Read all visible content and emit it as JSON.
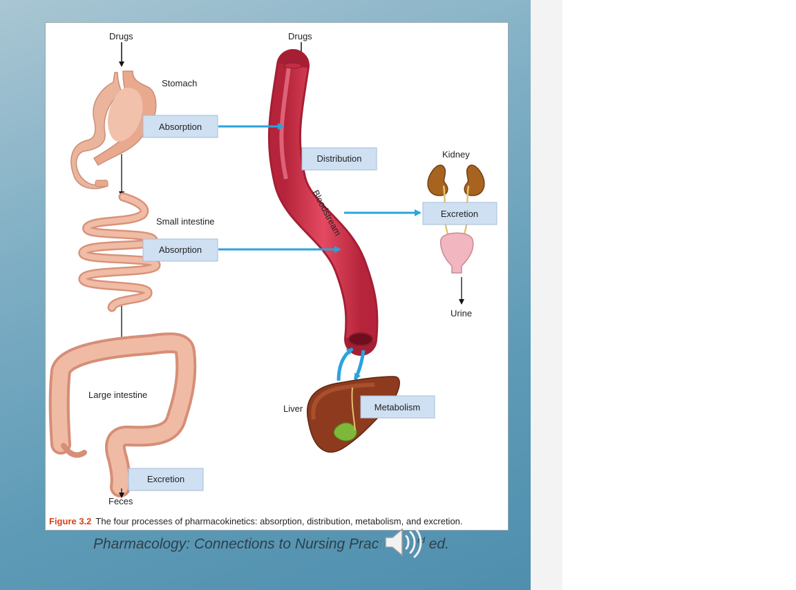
{
  "figure": {
    "labels": {
      "drugs_oral": "Drugs",
      "drugs_iv": "Drugs",
      "stomach": "Stomach",
      "small_intestine": "Small intestine",
      "large_intestine": "Large intestine",
      "feces": "Feces",
      "kidney": "Kidney",
      "urine": "Urine",
      "liver": "Liver",
      "bloodstream": "Bloodstream"
    },
    "boxes": {
      "absorption_stomach": "Absorption",
      "absorption_intestine": "Absorption",
      "distribution": "Distribution",
      "excretion_kidney": "Excretion",
      "excretion_feces": "Excretion",
      "metabolism": "Metabolism"
    },
    "caption": {
      "number": "Figure 3.2",
      "text": "The four processes of pharmacokinetics: absorption, distribution, metabolism, and excretion."
    }
  },
  "slide": {
    "citation_prefix": "Pharmacology: Connections to Nursing Prac",
    "citation_hidden": "tice, 3",
    "citation_sup": "rd",
    "citation_suffix": " ed."
  },
  "icons": {
    "speaker": "speaker-icon"
  },
  "colors": {
    "box_fill": "#cfe0f3",
    "arrow_blue": "#2aa3de",
    "vessel": "#d8364f",
    "slide_bg": "#5d9ab6"
  }
}
